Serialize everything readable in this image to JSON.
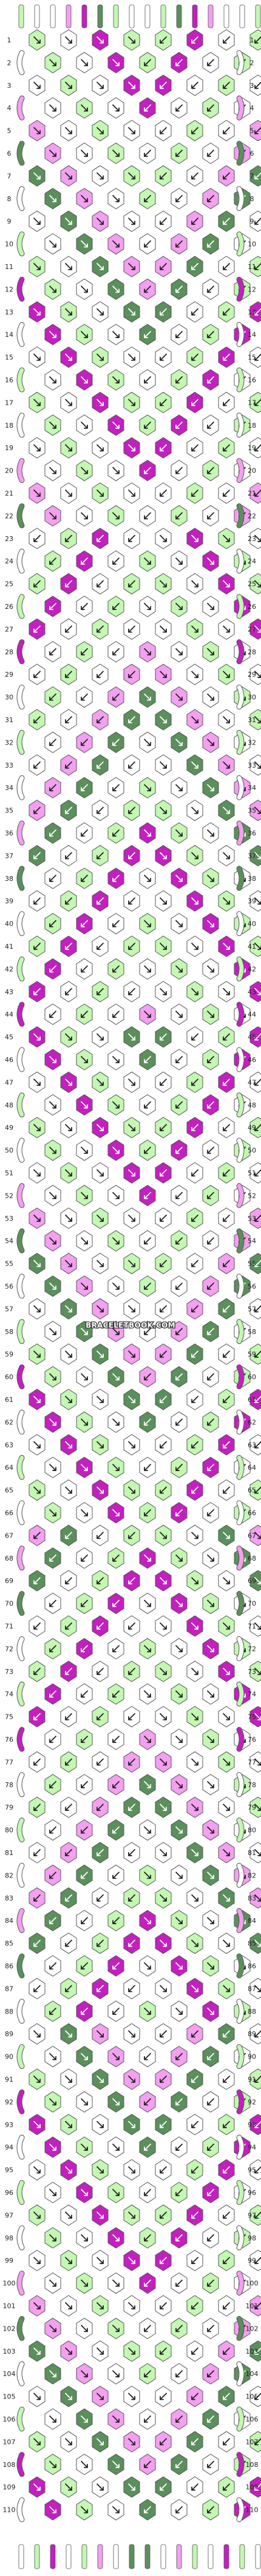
{
  "watermark": "BRACELETBOOK.COM",
  "rows": {
    "first_number": 1,
    "last_number": 110,
    "pattern_knot_rows_per_number": 1
  },
  "palette": {
    "white": "#ffffff",
    "light_pink": "#f49ff0",
    "magenta": "#c41fc0",
    "light_green": "#c3f7b2",
    "dark_green": "#5b8f5b"
  },
  "strings": {
    "count": 16,
    "start_colors": [
      "light_green",
      "white",
      "white",
      "light_pink",
      "magenta",
      "dark_green",
      "light_green",
      "white",
      "white",
      "light_green",
      "dark_green",
      "magenta",
      "light_pink",
      "white",
      "white",
      "light_green"
    ]
  },
  "icons": {
    "knot_forward": "arrow-down-right-icon",
    "knot_backward": "arrow-down-left-icon",
    "knot_forward_backward": "forward-backward-icon",
    "knot_backward_forward": "backward-forward-icon"
  }
}
